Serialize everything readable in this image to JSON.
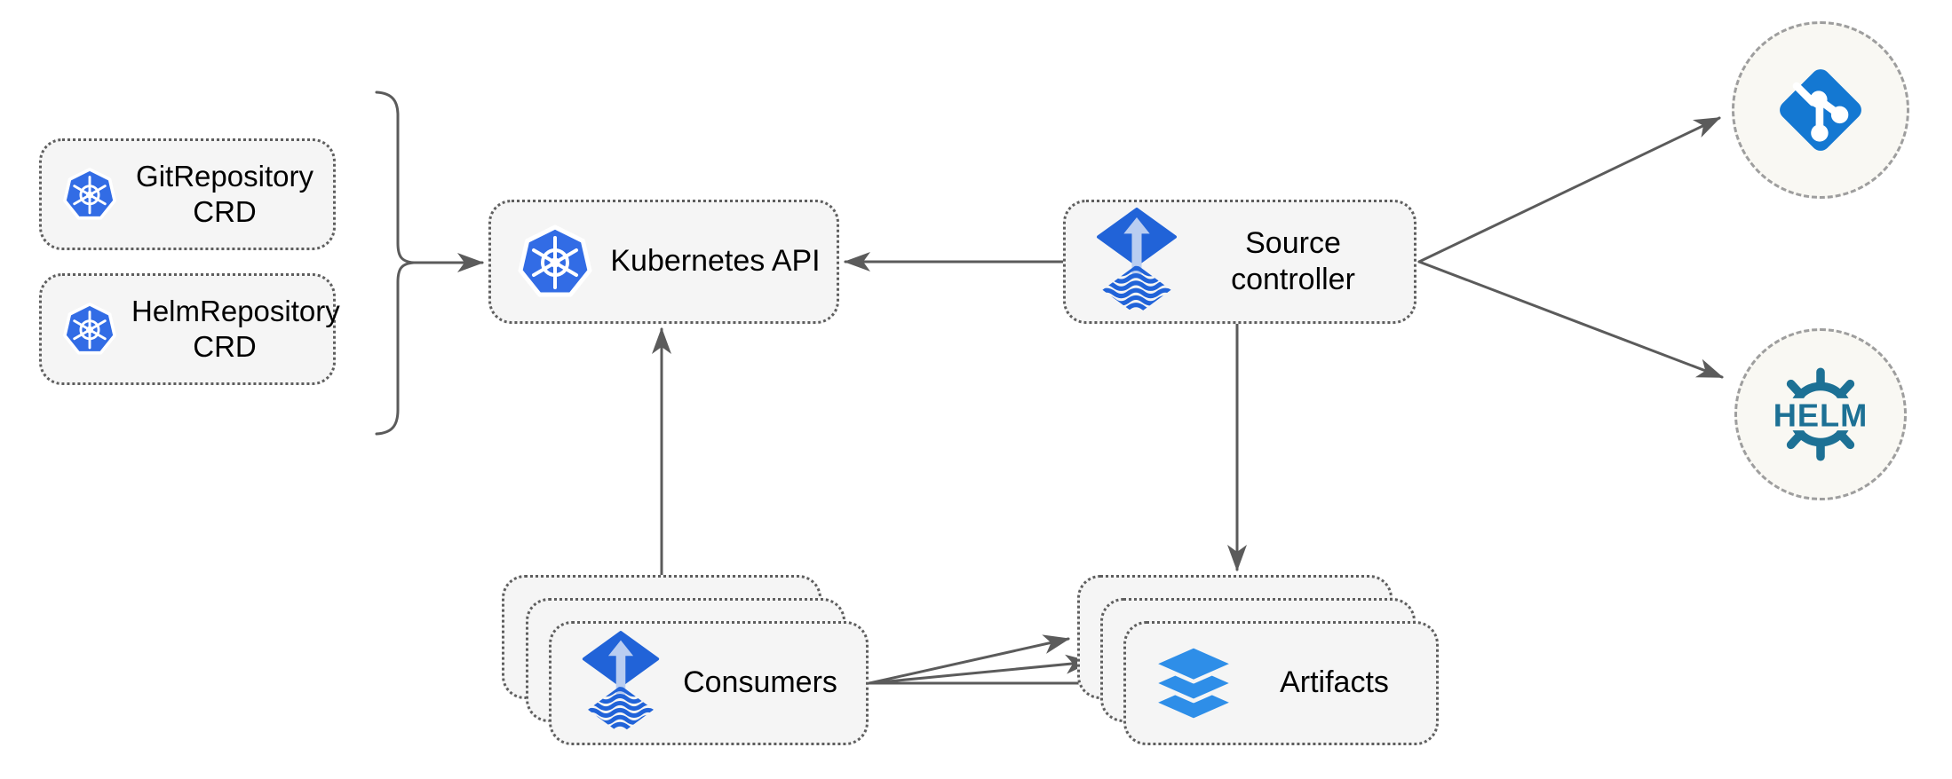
{
  "diagram": {
    "kind": "architecture-diagram",
    "colors": {
      "kubernetes_blue": "#326CE5",
      "git_blue": "#1478D2",
      "helm_teal": "#1D7195",
      "flux_blue": "#2163D8",
      "flux_arrow_light": "#B9CDF1",
      "layers_blue": "#2E8EE8",
      "node_fill": "#F5F5F5",
      "node_border": "#5E5E5E",
      "edge_gray": "#5B5B5B",
      "remote_fill": "#F9F8F3",
      "remote_border": "#9E9E9E",
      "text": "#000000"
    },
    "nodes": {
      "git_repository_crd": {
        "label": "GitRepository CRD",
        "icon": "kubernetes-icon"
      },
      "helm_repository_crd": {
        "label": "HelmRepository CRD",
        "icon": "kubernetes-icon"
      },
      "kubernetes_api": {
        "label": "Kubernetes API",
        "icon": "kubernetes-icon"
      },
      "source_controller": {
        "label": "Source controller",
        "icon": "flux-icon"
      },
      "consumers": {
        "label": "Consumers",
        "icon": "flux-icon",
        "stack_count": 3
      },
      "artifacts": {
        "label": "Artifacts",
        "icon": "layers-icon",
        "stack_count": 3
      },
      "git_remote": {
        "label": "",
        "icon": "git-icon"
      },
      "helm_remote": {
        "label": "HELM",
        "icon": "helm-icon"
      }
    },
    "edges": [
      {
        "from": "git_repository_crd,helm_repository_crd",
        "to": "kubernetes_api",
        "style": "bracket-arrow"
      },
      {
        "from": "source_controller",
        "to": "kubernetes_api",
        "style": "arrow"
      },
      {
        "from": "consumers",
        "to": "kubernetes_api",
        "style": "arrow"
      },
      {
        "from": "source_controller",
        "to": "artifacts",
        "style": "arrow"
      },
      {
        "from": "source_controller",
        "to": "git_remote",
        "style": "arrow"
      },
      {
        "from": "source_controller",
        "to": "helm_remote",
        "style": "arrow"
      },
      {
        "from": "consumers",
        "to": "artifacts",
        "style": "arrow-fan",
        "count": 3
      }
    ]
  }
}
